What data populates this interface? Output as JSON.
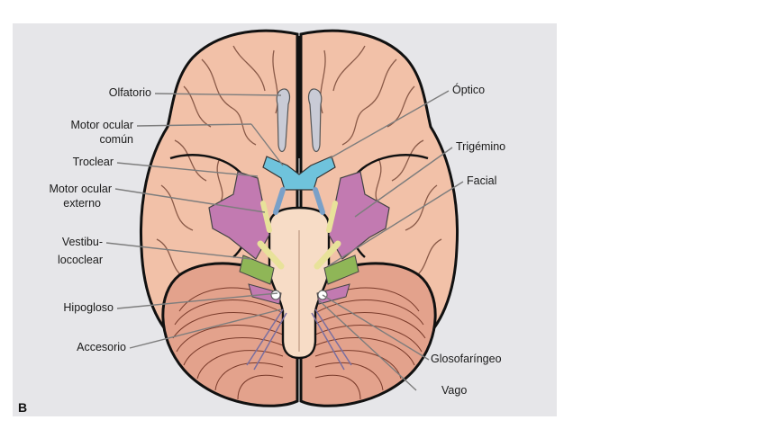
{
  "figure": {
    "panel_letter": "B",
    "labels": {
      "olfatorio": "Olfatorio",
      "motor_ocular_comun_1": "Motor ocular",
      "motor_ocular_comun_2": "común",
      "troclear": "Troclear",
      "motor_ocular_externo_1": "Motor ocular",
      "motor_ocular_externo_2": "externo",
      "vestibulococlear_1": "Vestibu-",
      "vestibulococlear_2": "lococlear",
      "hipogloso": "Hipogloso",
      "accesorio": "Accesorio",
      "optico": "Óptico",
      "trigemino": "Trigémino",
      "facial": "Facial",
      "glosofaringeo": "Glosofaríngeo",
      "vago": "Vago"
    },
    "colors": {
      "background": "#e6e6e9",
      "cerebrum": "#f2c1a8",
      "cerebellum": "#e3a28c",
      "brainstem": "#f7dcc6",
      "optic_chiasm": "#6fc3dc",
      "olfactory": "#c9cbd6",
      "trigeminal": "#c27ab1",
      "vestibulocochlear": "#8fb657",
      "facial_nerve": "#e8e29a",
      "vagus": "#c27ab1",
      "outline": "#111111"
    }
  }
}
